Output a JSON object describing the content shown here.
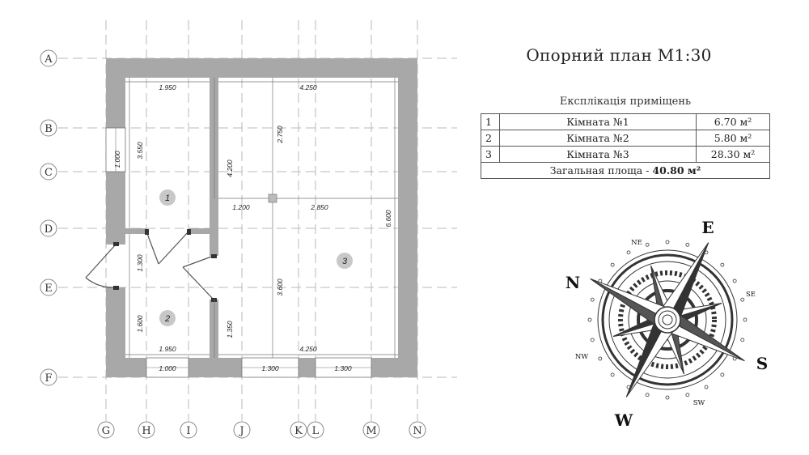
{
  "title": "Опорний план М1:30",
  "explication": {
    "title": "Експлікація приміщень",
    "rows": [
      {
        "n": "1",
        "name": "Кімната №1",
        "area": "6.70 м²"
      },
      {
        "n": "2",
        "name": "Кімната №2",
        "area": "5.80 м²"
      },
      {
        "n": "3",
        "name": "Кімната №3",
        "area": "28.30 м²"
      }
    ],
    "total_label": "Загальная площа - ",
    "total_value": "40.80 м²"
  },
  "axes": {
    "rows": [
      "A",
      "B",
      "C",
      "D",
      "E",
      "F"
    ],
    "cols": [
      "G",
      "H",
      "I",
      "J",
      "K",
      "L",
      "M",
      "N"
    ]
  },
  "dimensions": {
    "room1_width": "1.950",
    "room1_height": "3.550",
    "room3_width_top": "4.250",
    "room3_height": "4.200",
    "room3_height_total": "6.600",
    "room3_upper": "2.750",
    "room3_lower": "3.600",
    "room3_left": "1.200",
    "room3_right": "2.850",
    "window_left": "1.000",
    "corridor": "1.300",
    "room2_height": "1.600",
    "room2_width": "1.950",
    "room3_width_bottom": "4.250",
    "door3_height": "1.350",
    "window_bottom_1": "1.000",
    "window_bottom_2": "1.300",
    "window_bottom_3": "1.300"
  },
  "rooms": [
    "1",
    "2",
    "3"
  ],
  "compass": {
    "main": [
      "N",
      "E",
      "S",
      "W"
    ],
    "intermediate": [
      "NE",
      "SE",
      "SW",
      "NW"
    ]
  },
  "colors": {
    "wall": "#a8a8a8",
    "grid": "#b4b4b4",
    "room_badge": "#c8c8c8"
  }
}
